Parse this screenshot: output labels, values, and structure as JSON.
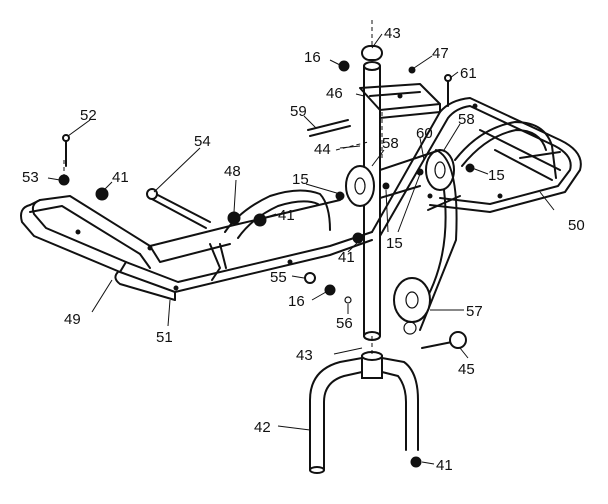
{
  "callouts": {
    "c16a": "16",
    "c43a": "43",
    "c47": "47",
    "c61": "61",
    "c46": "46",
    "c59": "59",
    "c52": "52",
    "c54": "54",
    "c44": "44",
    "c58a": "58",
    "c60": "60",
    "c58b": "58",
    "c53": "53",
    "c41a": "41",
    "c48": "48",
    "c15a": "15",
    "c15b": "15",
    "c41b": "41",
    "c15c": "15",
    "c41c": "41",
    "c50": "50",
    "c55": "55",
    "c16b": "16",
    "c56": "56",
    "c57": "57",
    "c49": "49",
    "c51": "51",
    "c43b": "43",
    "c45": "45",
    "c42": "42",
    "c41d": "41"
  }
}
